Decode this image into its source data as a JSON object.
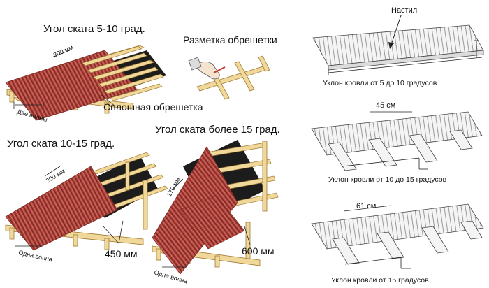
{
  "left": {
    "panel1": {
      "title": "Угол ската 5-10 град.",
      "dim_top": "300 мм",
      "waves": "Две волны",
      "continuous": "Сплошная обрешетка"
    },
    "marking": {
      "title": "Разметка обрешетки"
    },
    "panel2": {
      "title": "Угол ската 10-15 град.",
      "dim_top": "200 мм",
      "waves": "Одна волна",
      "spacing": "450 мм"
    },
    "panel3": {
      "title": "Угол ската более 15 град.",
      "dim_top": "170 мм",
      "waves": "Одна волна",
      "spacing": "600 мм"
    }
  },
  "right": {
    "panel1": {
      "label": "Настил",
      "caption": "Уклон кровли от 5 до 10 градусов"
    },
    "panel2": {
      "dim": "45 см",
      "caption": "Уклон кровли от 10 до 15 градусов"
    },
    "panel3": {
      "dim": "61 см",
      "caption": "Уклон кровли от 15 градусов"
    }
  },
  "colors": {
    "sheet": "#b5473f",
    "sheet_dark": "#7e2a25",
    "batten": "#f0d89a",
    "batten_edge": "#a07a33",
    "membrane": "#1c1c1c",
    "line": "#222222"
  }
}
